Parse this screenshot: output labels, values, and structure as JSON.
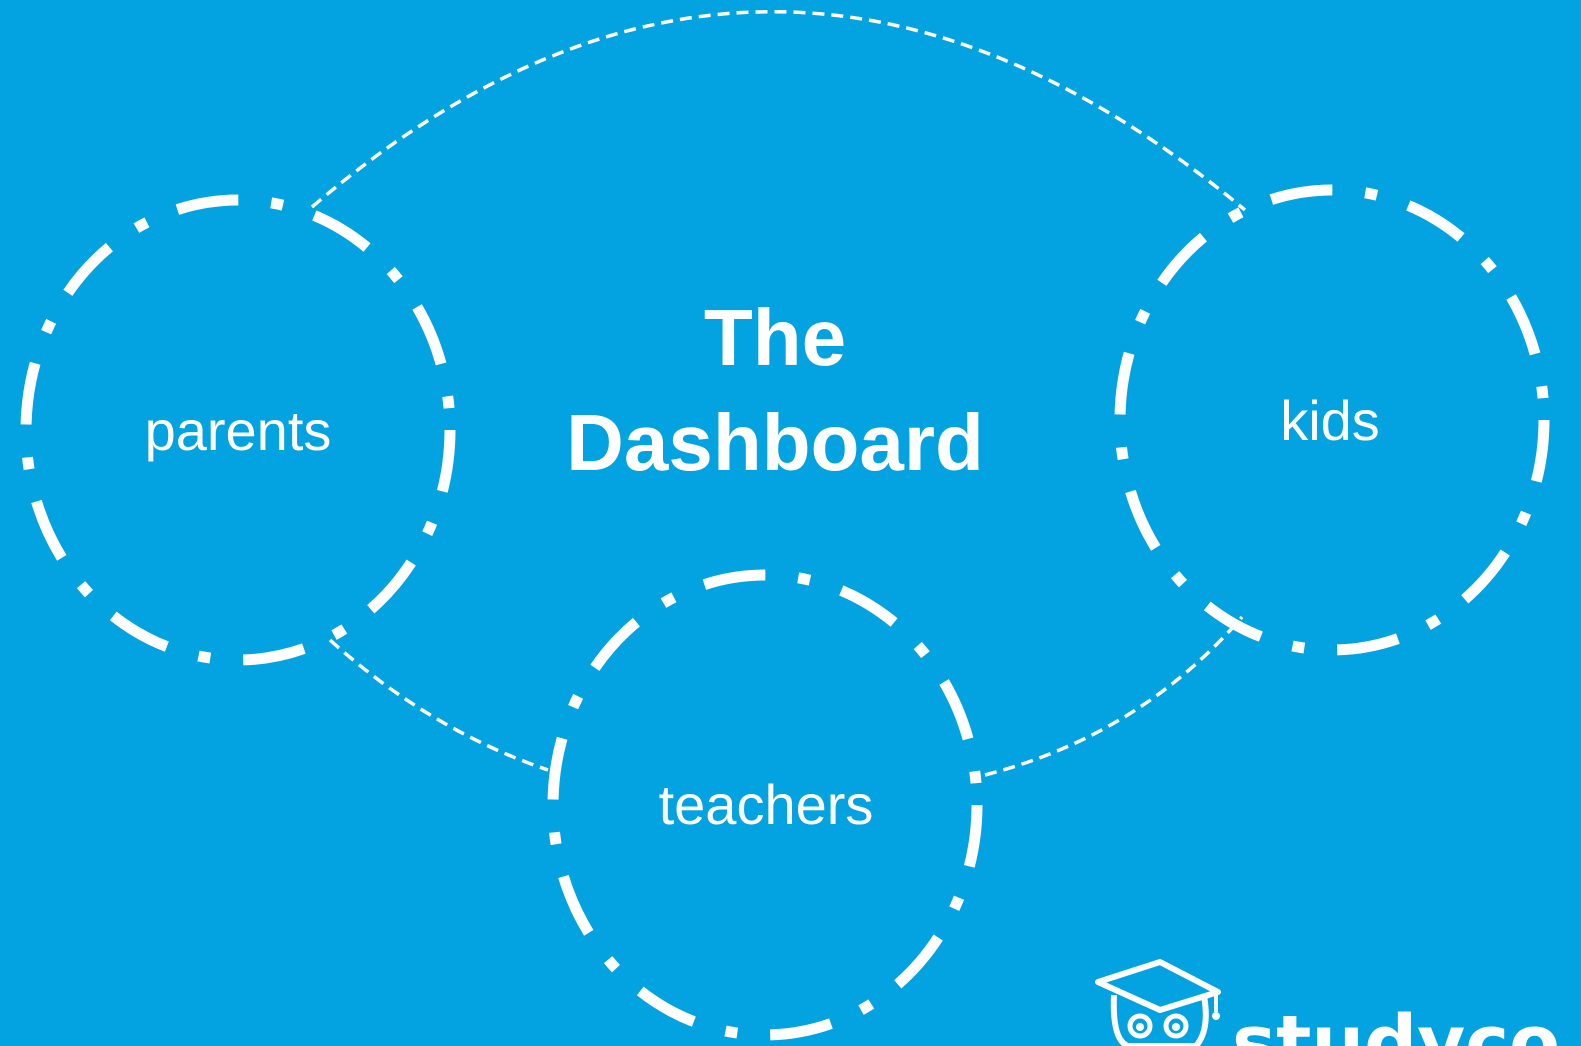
{
  "diagram": {
    "title_line1": "The",
    "title_line2": "Dashboard",
    "nodes": {
      "parents": "parents",
      "kids": "kids",
      "teachers": "teachers"
    },
    "links": [
      "parents-kids",
      "parents-teachers",
      "teachers-kids"
    ]
  },
  "brand": {
    "logo_text": "studyco",
    "logo_icon": "owl-graduation-cap-icon"
  },
  "colors": {
    "background": "#03A2E0",
    "foreground": "#FFFFFF"
  }
}
